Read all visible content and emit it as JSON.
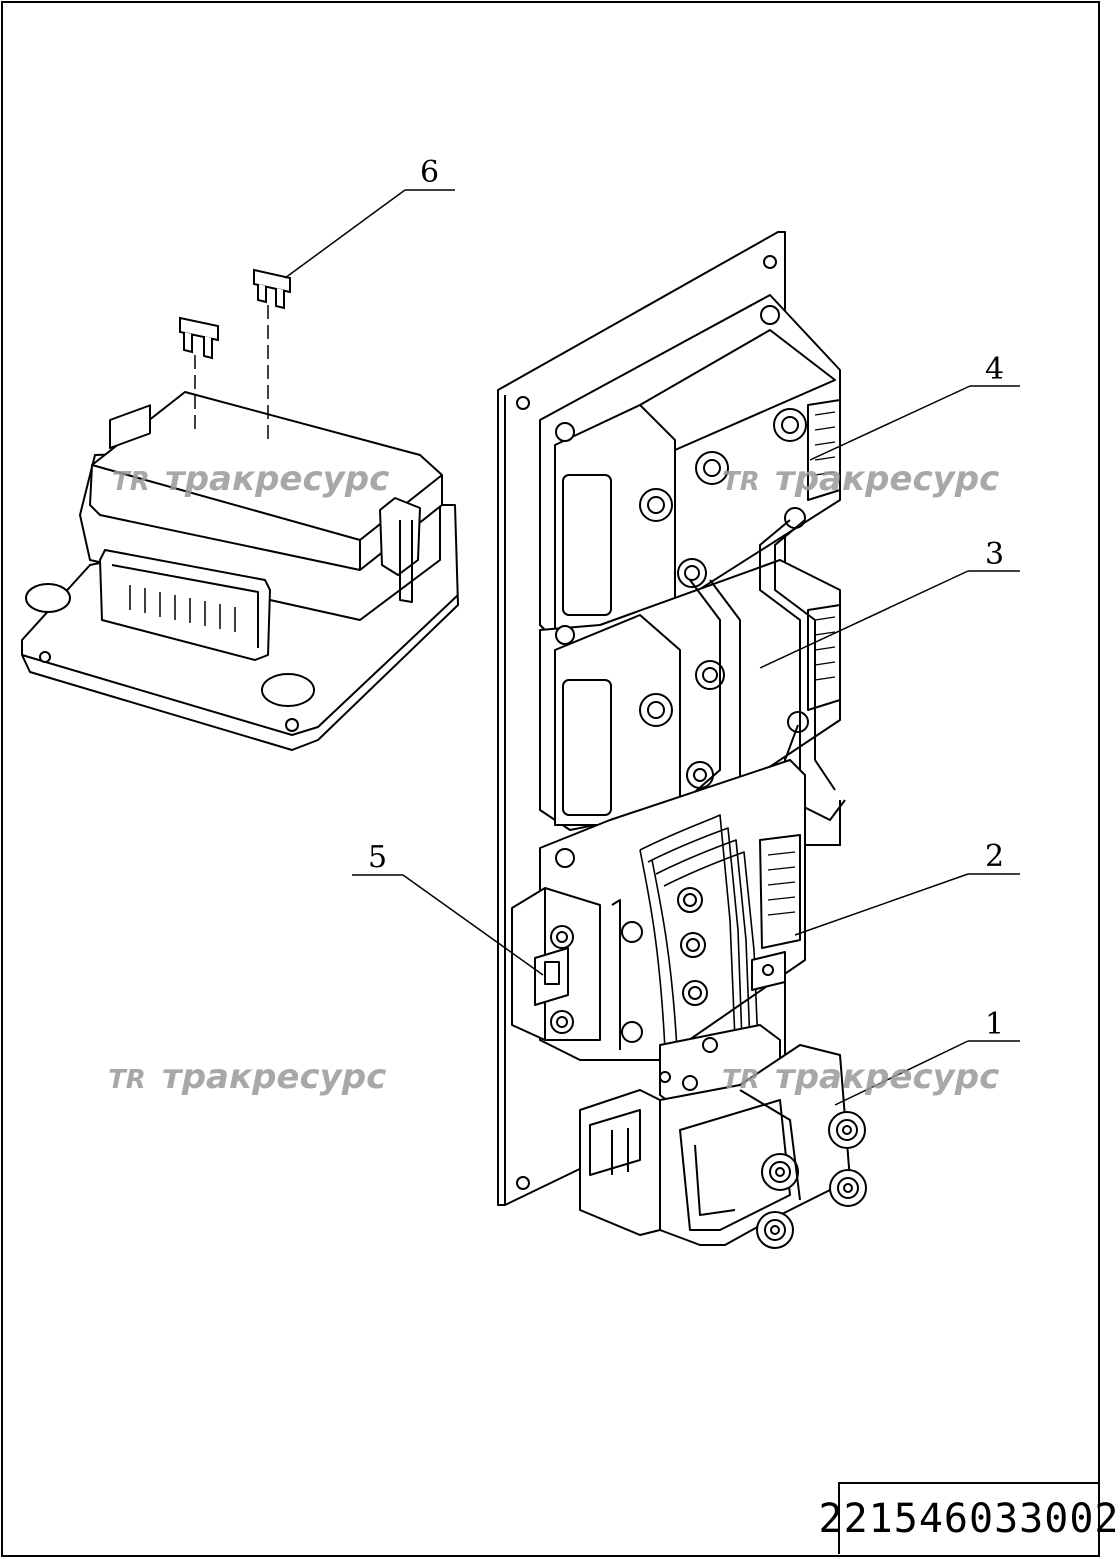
{
  "drawing": {
    "callouts": [
      {
        "id": "1",
        "label": "1"
      },
      {
        "id": "2",
        "label": "2"
      },
      {
        "id": "3",
        "label": "3"
      },
      {
        "id": "4",
        "label": "4"
      },
      {
        "id": "5",
        "label": "5"
      },
      {
        "id": "6",
        "label": "6"
      }
    ],
    "watermark_text": "тракресурс",
    "watermark_logo": "TR",
    "drawing_number": "221546033002"
  }
}
